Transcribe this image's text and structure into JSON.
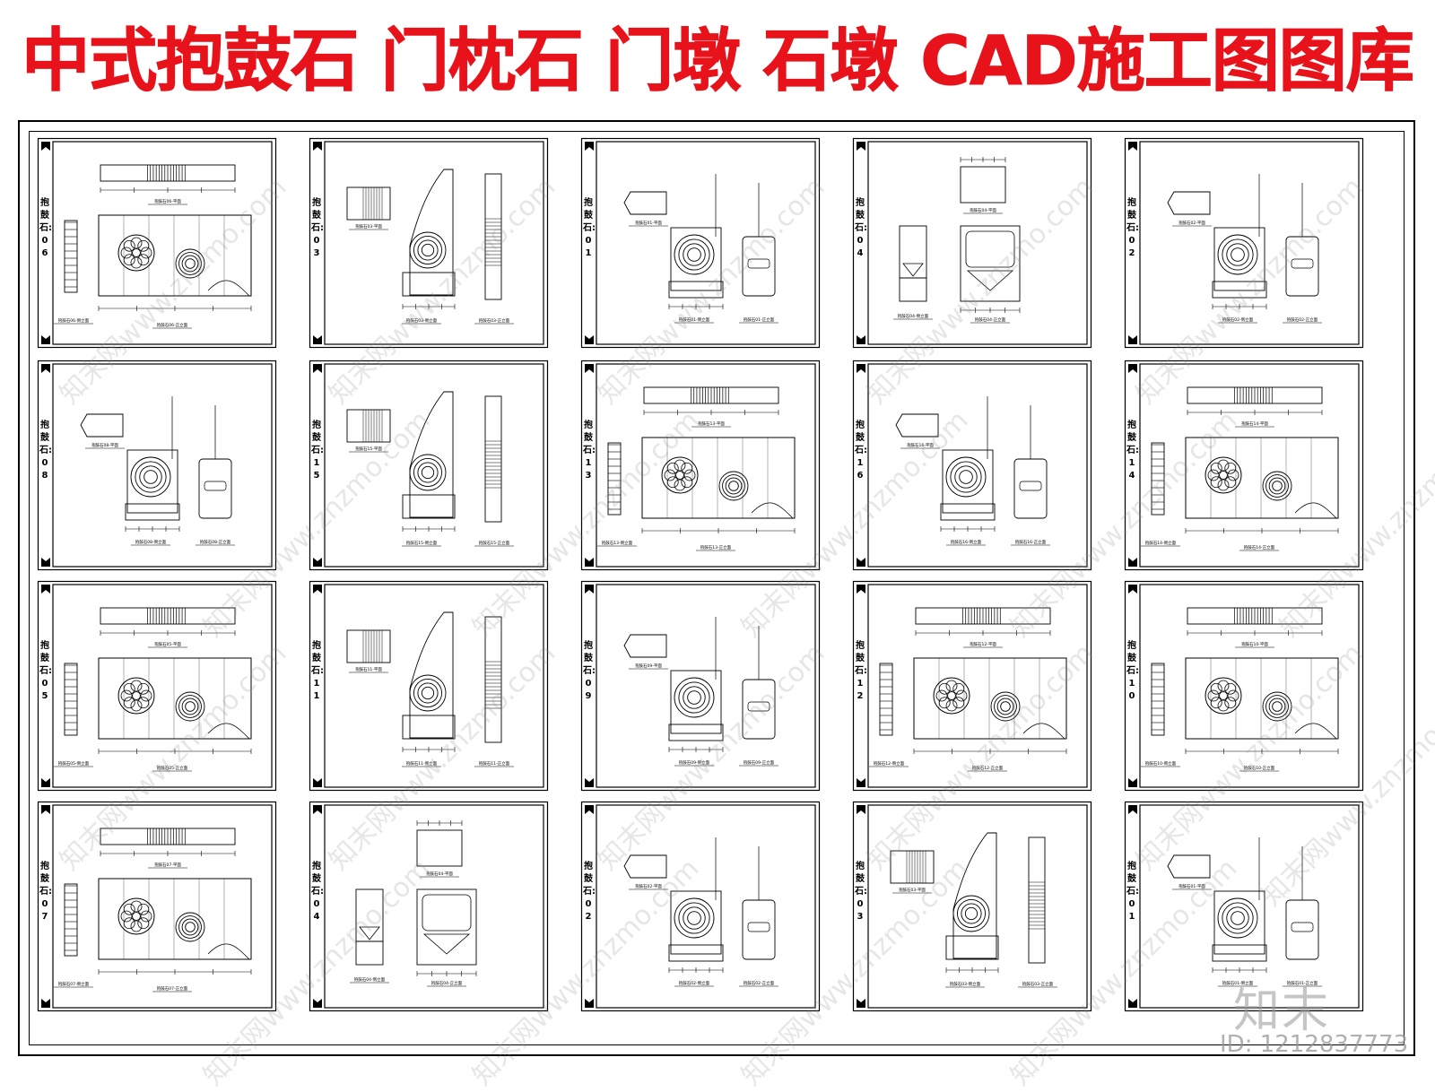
{
  "header": {
    "title": "中式抱鼓石 门枕石 门墩 石墩 CAD施工图图库"
  },
  "sheets": [
    {
      "code": "抱鼓石:06",
      "variant": "wide",
      "plan": "抱鼓石06-平面",
      "side": "抱鼓石06-正立面",
      "front": "抱鼓石06-侧立面"
    },
    {
      "code": "抱鼓石:03",
      "variant": "tall",
      "plan": "抱鼓石03-平面",
      "side": "抱鼓石03-侧立面",
      "front": "抱鼓石03-正立面"
    },
    {
      "code": "抱鼓石:01",
      "variant": "drum",
      "plan": "抱鼓石01-平面",
      "side": "抱鼓石01-侧立面",
      "front": "抱鼓石01-正立面"
    },
    {
      "code": "抱鼓石:04",
      "variant": "pier",
      "plan": "抱鼓石04-平面",
      "side": "抱鼓石04-正立面",
      "front": "抱鼓石04-侧立面"
    },
    {
      "code": "抱鼓石:02",
      "variant": "drum",
      "plan": "抱鼓石02-平面",
      "side": "抱鼓石02-侧立面",
      "front": "抱鼓石02-正立面"
    },
    {
      "code": "抱鼓石:08",
      "variant": "drum",
      "plan": "抱鼓石08-平面",
      "side": "抱鼓石08-侧立面",
      "front": "抱鼓石08-正立面"
    },
    {
      "code": "抱鼓石:15",
      "variant": "tall",
      "plan": "抱鼓石15-平面",
      "side": "抱鼓石15-侧立面",
      "front": "抱鼓石15-正立面"
    },
    {
      "code": "抱鼓石:13",
      "variant": "wide",
      "plan": "抱鼓石13-平面",
      "side": "抱鼓石13-正立面",
      "front": "抱鼓石13-侧立面"
    },
    {
      "code": "抱鼓石:16",
      "variant": "drum",
      "plan": "抱鼓石16-平面",
      "side": "抱鼓石16-侧立面",
      "front": "抱鼓石16-正立面"
    },
    {
      "code": "抱鼓石:14",
      "variant": "wide",
      "plan": "抱鼓石14-平面",
      "side": "抱鼓石14-正立面",
      "front": "抱鼓石14-侧立面"
    },
    {
      "code": "抱鼓石:05",
      "variant": "wide",
      "plan": "抱鼓石05-平面",
      "side": "抱鼓石05-正立面",
      "front": "抱鼓石05-侧立面"
    },
    {
      "code": "抱鼓石:11",
      "variant": "tall",
      "plan": "抱鼓石11-平面",
      "side": "抱鼓石11-侧立面",
      "front": "抱鼓石11-正立面"
    },
    {
      "code": "抱鼓石:09",
      "variant": "drum",
      "plan": "抱鼓石09-平面",
      "side": "抱鼓石09-侧立面",
      "front": "抱鼓石09-正立面"
    },
    {
      "code": "抱鼓石:12",
      "variant": "wide",
      "plan": "抱鼓石12-平面",
      "side": "抱鼓石12-正立面",
      "front": "抱鼓石12-侧立面"
    },
    {
      "code": "抱鼓石:10",
      "variant": "wide",
      "plan": "抱鼓石10-平面",
      "side": "抱鼓石10-正立面",
      "front": "抱鼓石10-侧立面"
    },
    {
      "code": "抱鼓石:07",
      "variant": "wide",
      "plan": "抱鼓石07-平面",
      "side": "抱鼓石07-正立面",
      "front": "抱鼓石07-侧立面"
    },
    {
      "code": "抱鼓石:04",
      "variant": "pier",
      "plan": "抱鼓石04-平面",
      "side": "抱鼓石04-正立面",
      "front": "抱鼓石04-侧立面"
    },
    {
      "code": "抱鼓石:02",
      "variant": "drum",
      "plan": "抱鼓石02-平面",
      "side": "抱鼓石02-侧立面",
      "front": "抱鼓石02-正立面"
    },
    {
      "code": "抱鼓石:03",
      "variant": "tall",
      "plan": "抱鼓石03-平面",
      "side": "抱鼓石03-侧立面",
      "front": "抱鼓石03-正立面"
    },
    {
      "code": "抱鼓石:01",
      "variant": "drum",
      "plan": "抱鼓石01-平面",
      "side": "抱鼓石01-侧立面",
      "front": "抱鼓石01-正立面"
    }
  ],
  "watermark": {
    "text": "知末网www.znzmo.com"
  },
  "logo": {
    "text": "知末"
  },
  "footer": {
    "id_label": "ID: 1212837773"
  }
}
